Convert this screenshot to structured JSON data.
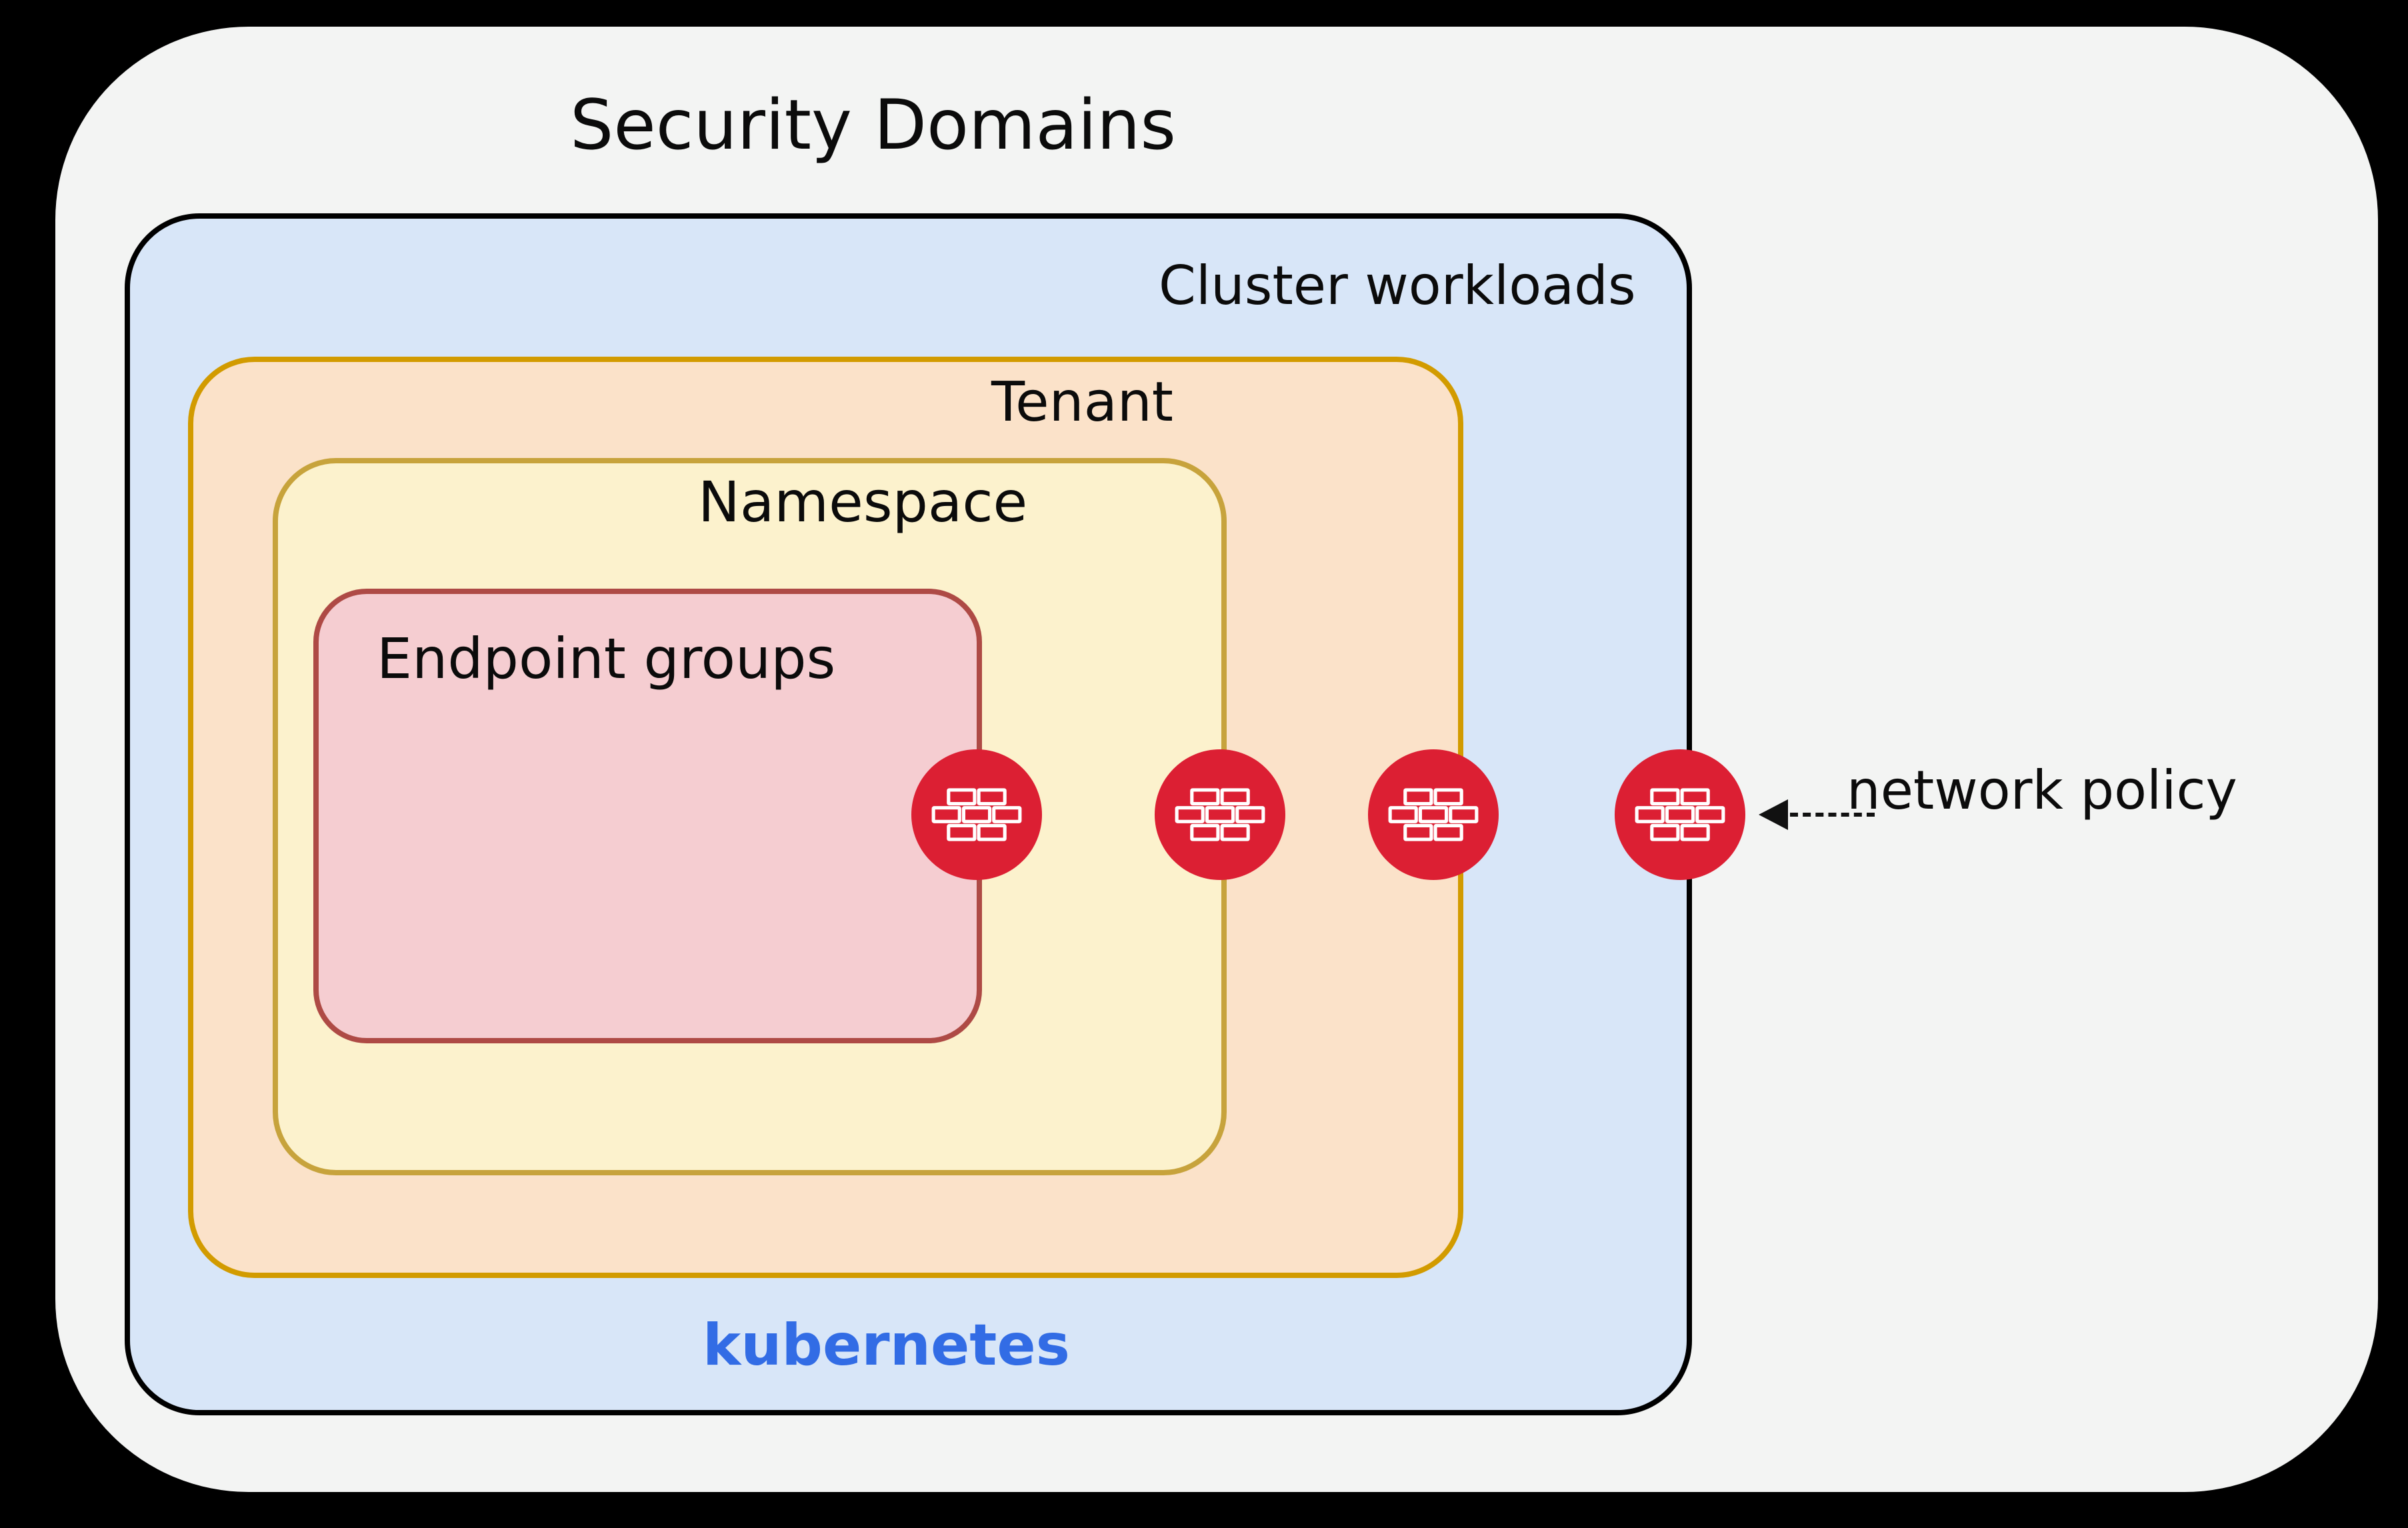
{
  "title": "Security Domains",
  "domains": {
    "cluster_workloads": {
      "label": "Cluster workloads",
      "fill": "#D8E6F8",
      "border": "#000000"
    },
    "tenant": {
      "label": "Tenant",
      "fill": "#FBE2C9",
      "border": "#D29B00"
    },
    "namespace": {
      "label": "Namespace",
      "fill": "#FCF2CD",
      "border": "#C7A33C"
    },
    "endpoint_groups": {
      "label": "Endpoint groups",
      "fill": "#F5CDD1",
      "border": "#AE4A45"
    }
  },
  "branding": {
    "kubernetes_label": "kubernetes",
    "kubernetes_color": "#326CE5"
  },
  "annotation": {
    "label": "network policy",
    "arrow_style": "dashed, pointing left at outermost firewall"
  },
  "firewall": {
    "count": 4,
    "color": "#DC1F33",
    "icon": "brick-wall",
    "placement": "one on the right edge of each nested domain boundary"
  },
  "background": {
    "page": "#000000",
    "panel": "#F3F4F3"
  }
}
